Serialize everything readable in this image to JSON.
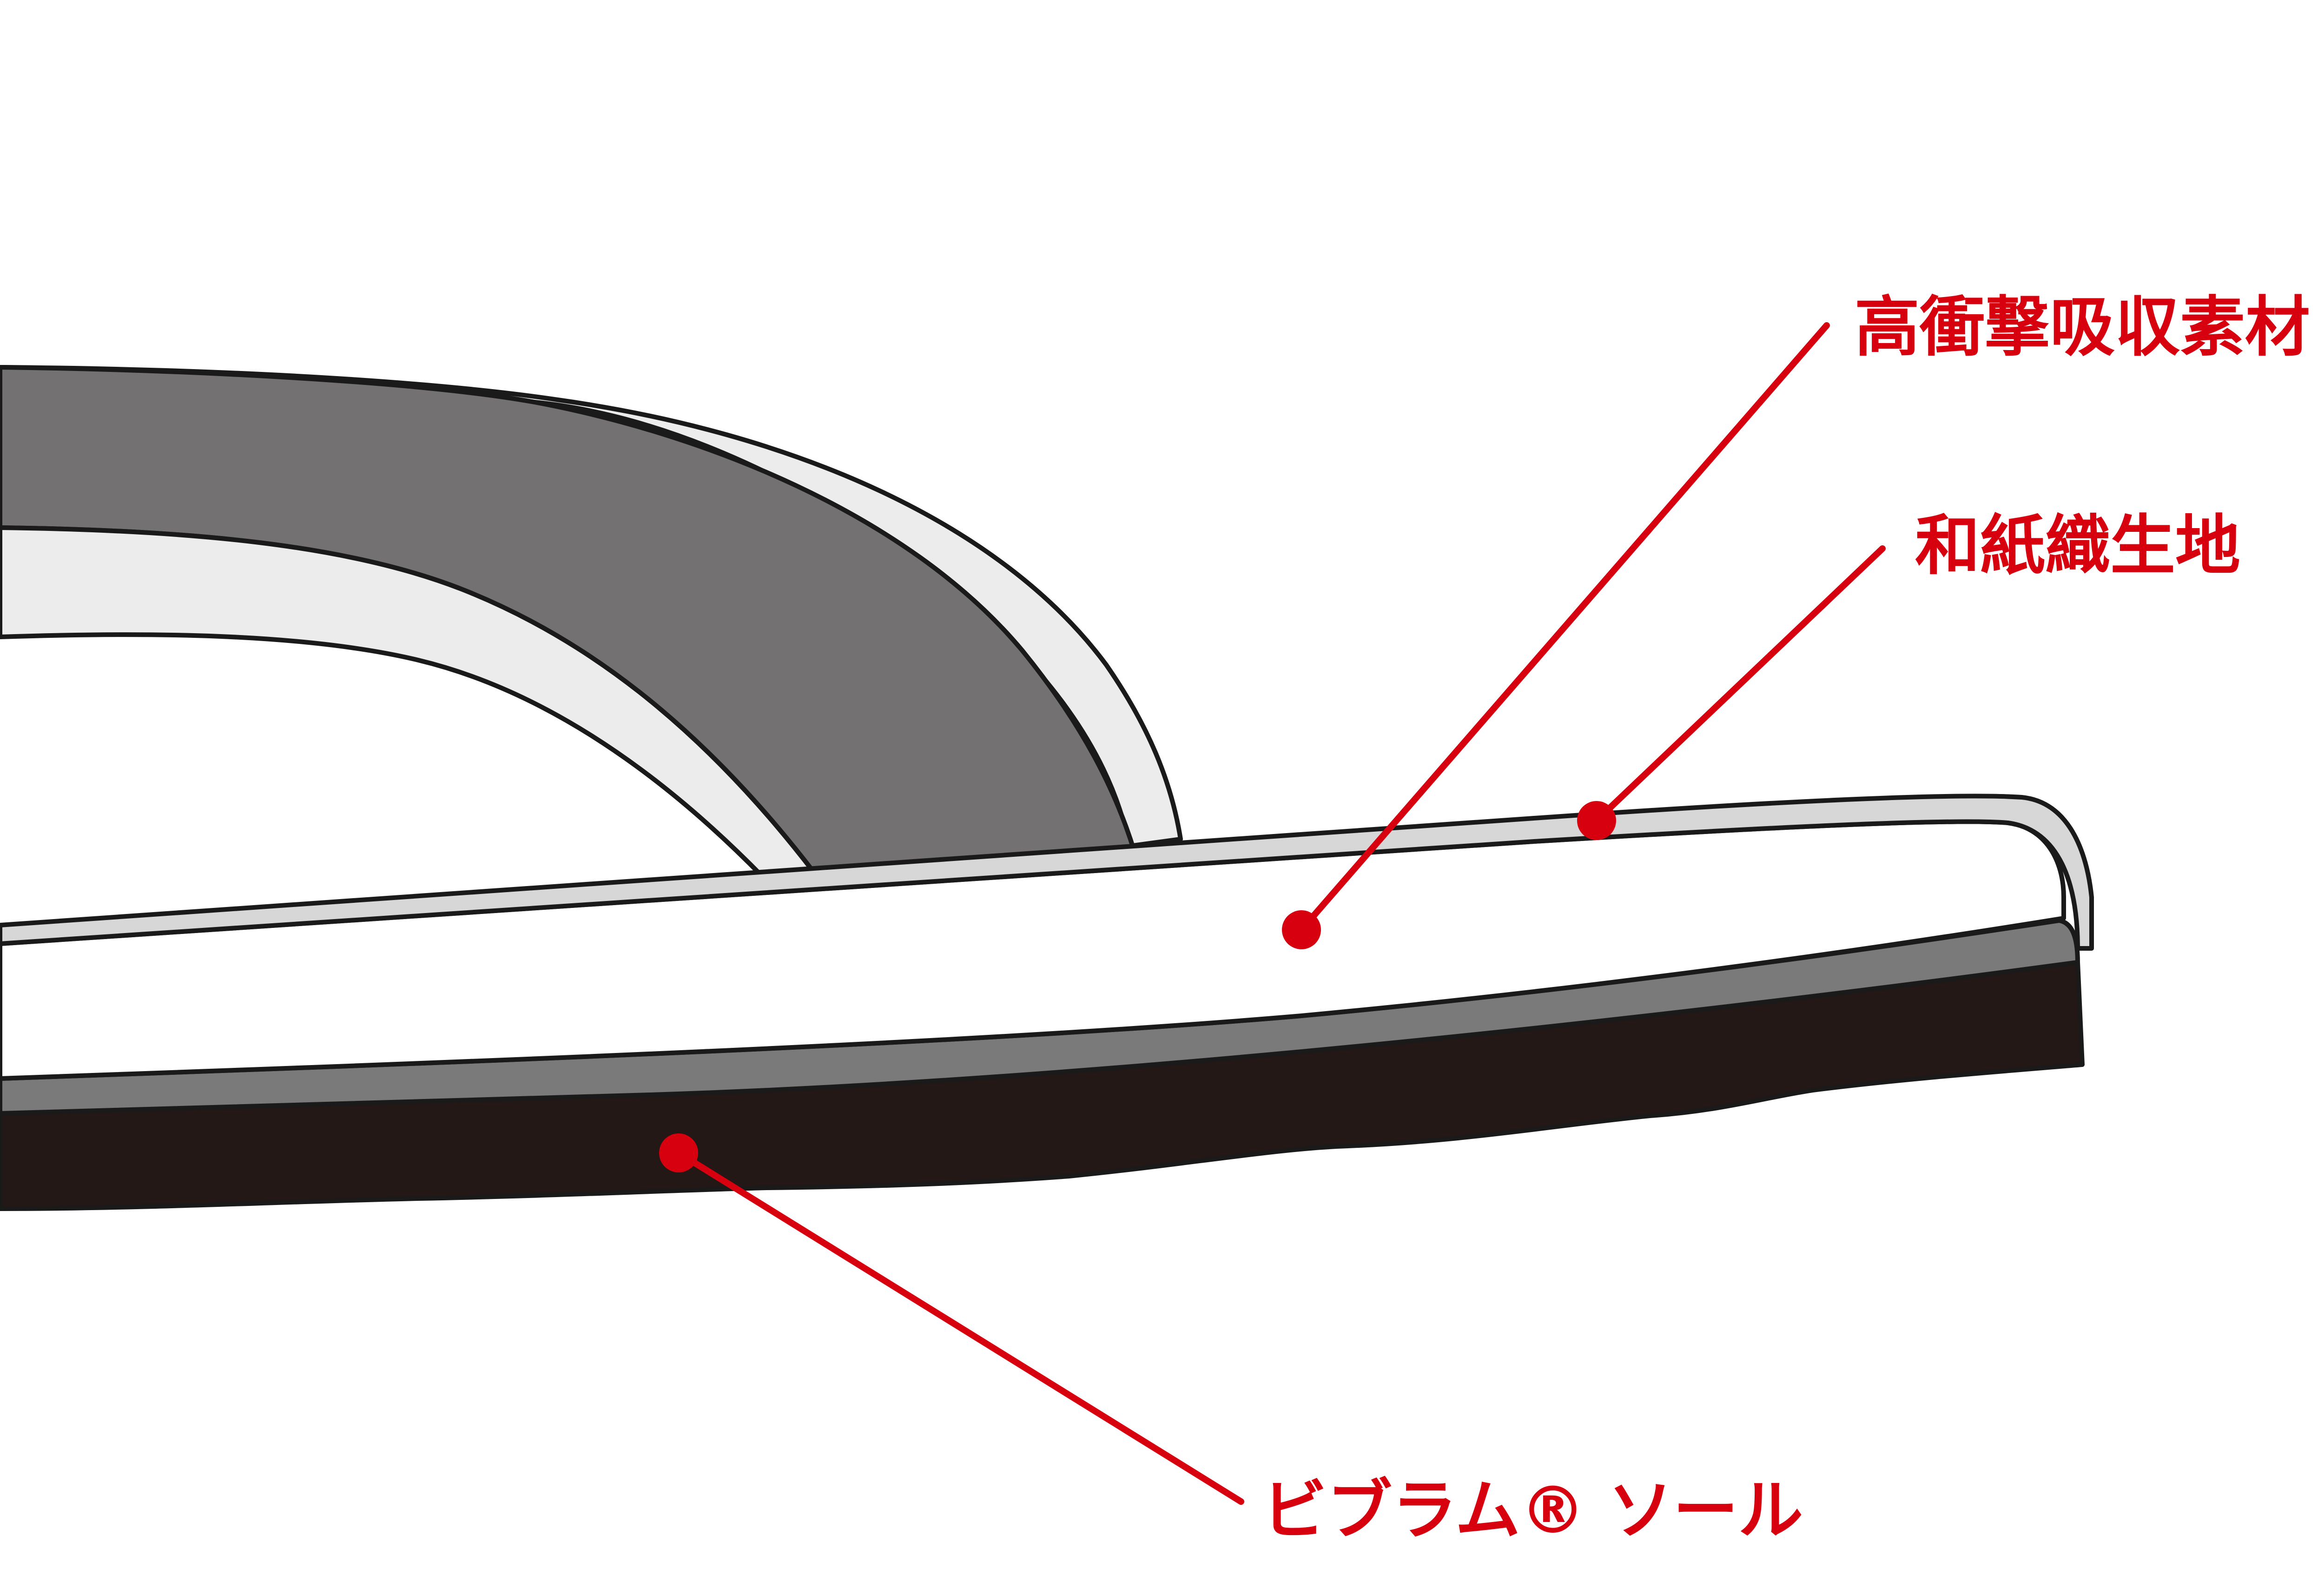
{
  "callouts": {
    "shock_absorbing": {
      "label": "高衝撃吸収素材"
    },
    "washi_fabric": {
      "label": "和紙織生地"
    },
    "vibram_sole": {
      "label": "ビブラム® ソール"
    }
  },
  "colors": {
    "accent_red": "#d7000f",
    "strap_gray": "#737172",
    "strap_edge_light": "#ececec",
    "midsole_white": "#ffffff",
    "midsole_layer_gray": "#7b7a7b",
    "outsole_black": "#231816",
    "outline": "#1a1a1a"
  }
}
